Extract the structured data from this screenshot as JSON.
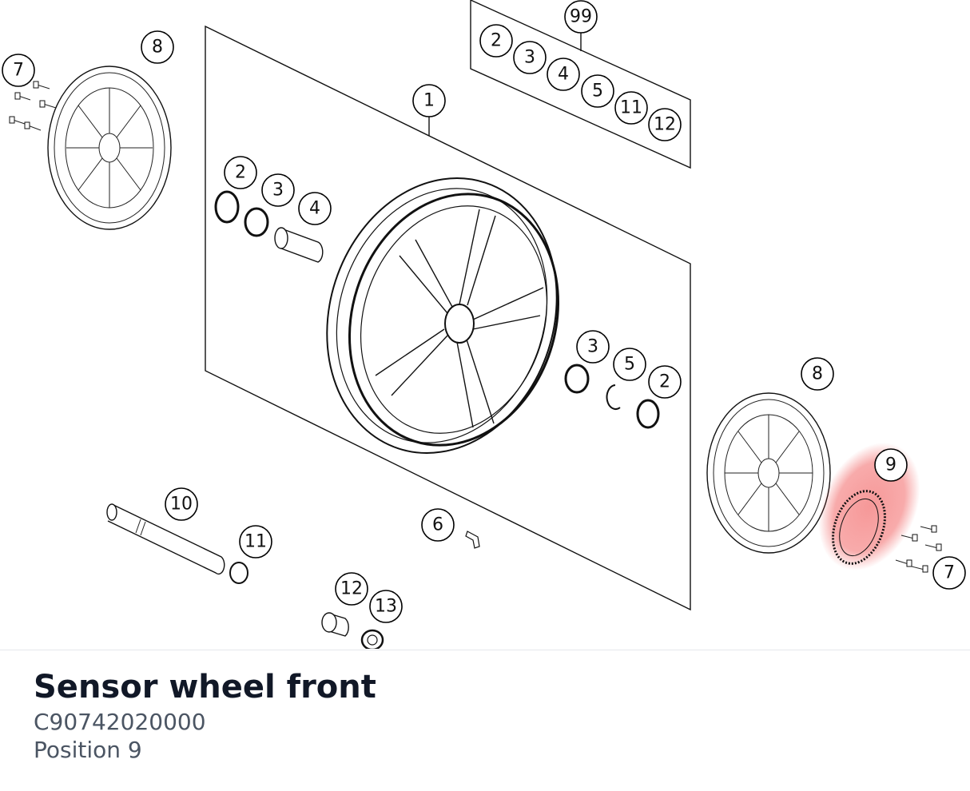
{
  "part": {
    "title": "Sensor wheel front",
    "number": "C90742020000",
    "position": "Position 9"
  },
  "callouts": [
    {
      "label": "7",
      "id": "7-left"
    },
    {
      "label": "8",
      "id": "8-left"
    },
    {
      "label": "99",
      "id": "99"
    },
    {
      "label": "2",
      "id": "2-kit"
    },
    {
      "label": "3",
      "id": "3-kit"
    },
    {
      "label": "4",
      "id": "4-kit"
    },
    {
      "label": "5",
      "id": "5-kit"
    },
    {
      "label": "11",
      "id": "11-kit"
    },
    {
      "label": "12",
      "id": "12-kit"
    },
    {
      "label": "1",
      "id": "1"
    },
    {
      "label": "2",
      "id": "2-left"
    },
    {
      "label": "3",
      "id": "3-left"
    },
    {
      "label": "4",
      "id": "4-left"
    },
    {
      "label": "3",
      "id": "3-right"
    },
    {
      "label": "5",
      "id": "5-right"
    },
    {
      "label": "2",
      "id": "2-right"
    },
    {
      "label": "8",
      "id": "8-right"
    },
    {
      "label": "9",
      "id": "9"
    },
    {
      "label": "7",
      "id": "7-right"
    },
    {
      "label": "10",
      "id": "10"
    },
    {
      "label": "11",
      "id": "11"
    },
    {
      "label": "6",
      "id": "6"
    },
    {
      "label": "12",
      "id": "12"
    },
    {
      "label": "13",
      "id": "13"
    }
  ],
  "highlight": {
    "callout": "9",
    "color": "#ef4444"
  }
}
